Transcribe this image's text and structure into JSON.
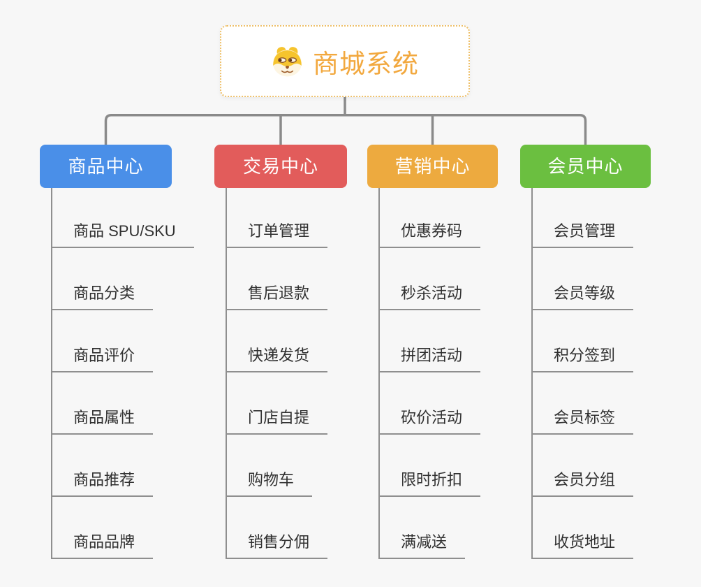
{
  "root": {
    "title": "商城系统",
    "icon": "doge-face-icon",
    "title_color": "#f2a83e",
    "border_color": "#eec06a",
    "background": "#ffffff"
  },
  "canvas": {
    "background_color": "#f7f7f7",
    "connector_color": "#8a8a8a",
    "underline_color": "#8f8f8f"
  },
  "branches": [
    {
      "label": "商品中心",
      "color": "#4a8fe8",
      "items": [
        "商品 SPU/SKU",
        "商品分类",
        "商品评价",
        "商品属性",
        "商品推荐",
        "商品品牌"
      ]
    },
    {
      "label": "交易中心",
      "color": "#e25c5b",
      "items": [
        "订单管理",
        "售后退款",
        "快递发货",
        "门店自提",
        "购物车",
        "销售分佣"
      ]
    },
    {
      "label": "营销中心",
      "color": "#edaa3f",
      "items": [
        "优惠券码",
        "秒杀活动",
        "拼团活动",
        "砍价活动",
        "限时折扣",
        "满减送"
      ]
    },
    {
      "label": "会员中心",
      "color": "#6bbf40",
      "items": [
        "会员管理",
        "会员等级",
        "积分签到",
        "会员标签",
        "会员分组",
        "收货地址"
      ]
    }
  ]
}
